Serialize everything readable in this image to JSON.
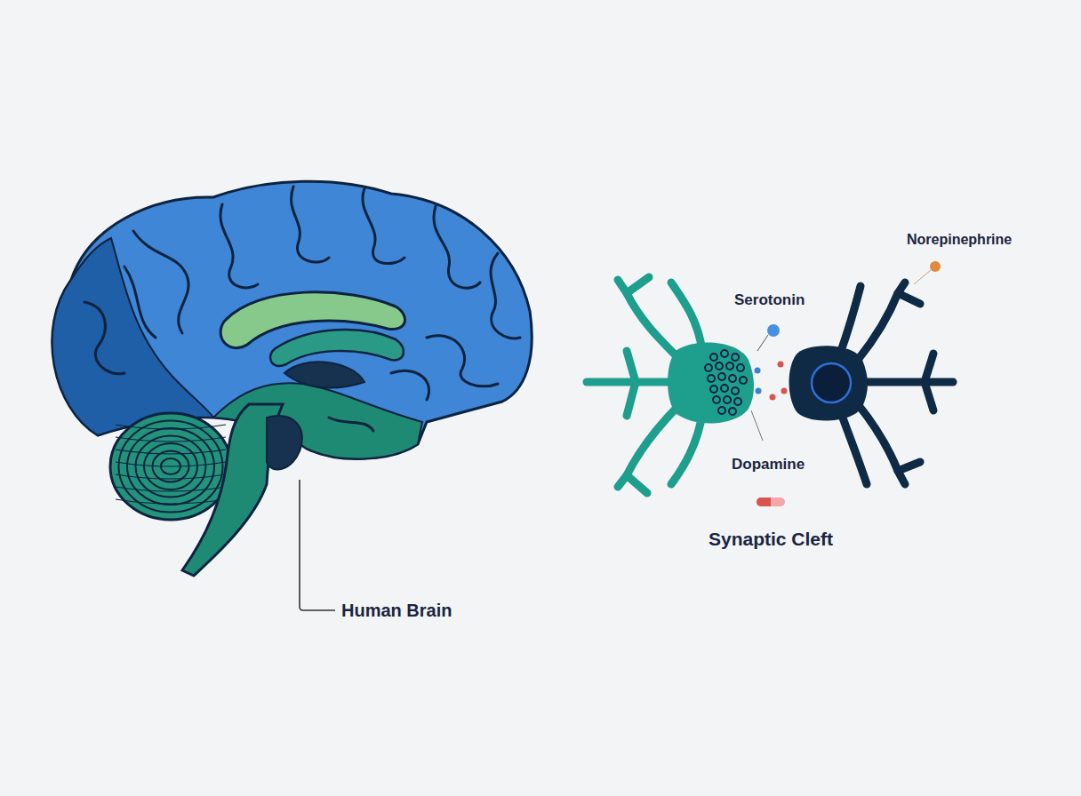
{
  "diagram": {
    "labels": [
      "Human Brain",
      "Serotonin",
      "Norepinephrine",
      "Dopamine",
      "Synaptic Cleft"
    ]
  }
}
